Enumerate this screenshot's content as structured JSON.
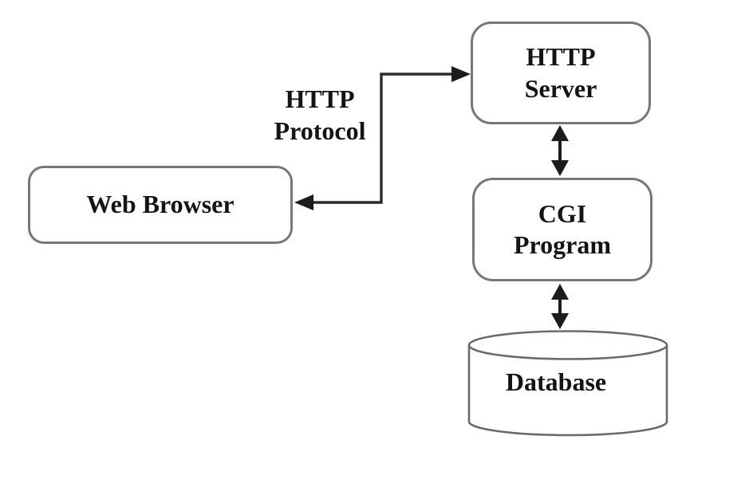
{
  "diagram": {
    "type": "architecture-flow-diagram",
    "nodes": [
      {
        "id": "web-browser",
        "label": "Web Browser",
        "shape": "rounded-rect"
      },
      {
        "id": "http-server",
        "label": "HTTP\nServer",
        "shape": "rounded-rect"
      },
      {
        "id": "cgi-program",
        "label": "CGI\nProgram",
        "shape": "rounded-rect"
      },
      {
        "id": "database",
        "label": "Database",
        "shape": "cylinder"
      }
    ],
    "edges": [
      {
        "from": "web-browser",
        "to": "http-server",
        "label": "HTTP\nProtocol",
        "style": "elbow, arrowhead into HTTP Server and arrowhead into Web Browser"
      },
      {
        "from": "http-server",
        "to": "cgi-program",
        "label": "",
        "style": "vertical double-headed arrow"
      },
      {
        "from": "cgi-program",
        "to": "database",
        "label": "",
        "style": "vertical double-headed arrow"
      }
    ],
    "colors": {
      "background": "#ffffff",
      "box_border": "#777777",
      "arrow": "#1c1c1c",
      "text": "#141414"
    }
  }
}
